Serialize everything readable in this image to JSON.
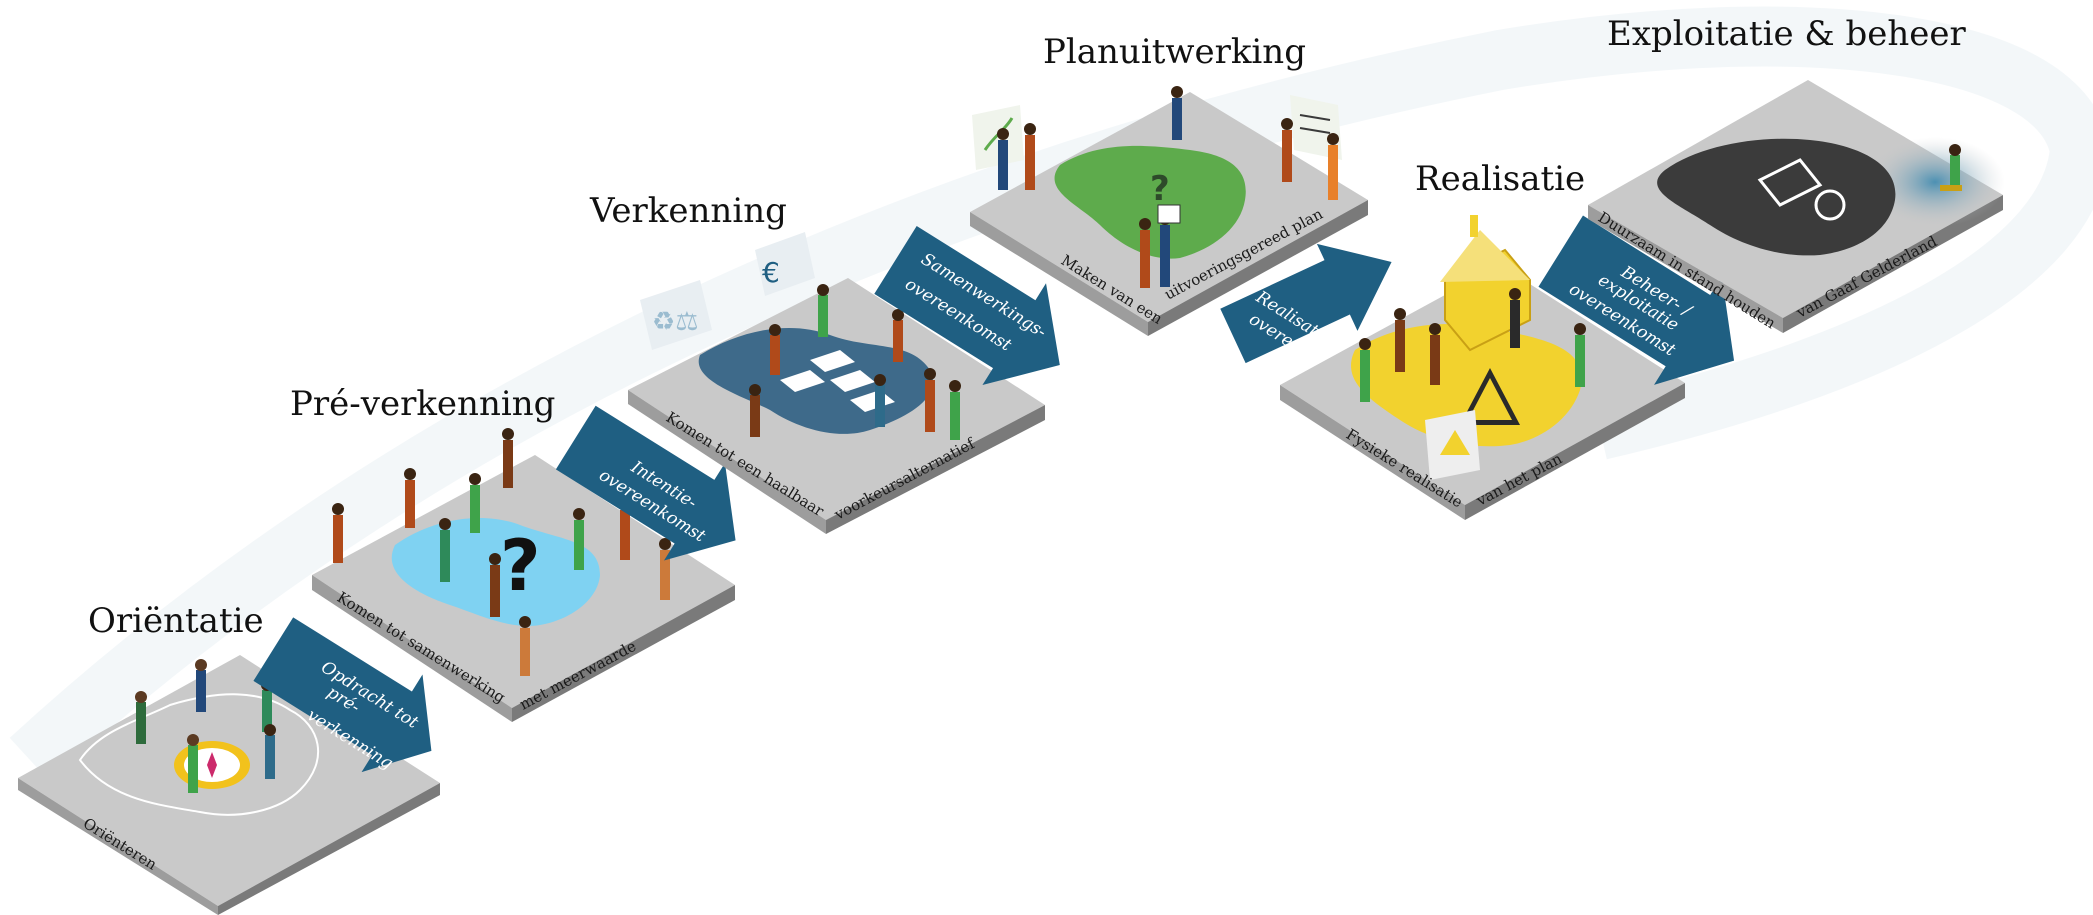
{
  "phases": [
    {
      "title": "Oriëntatie",
      "labels": [
        "Oriënteren"
      ],
      "arrow": [
        "Opdracht tot",
        "pré-",
        "verkenning"
      ]
    },
    {
      "title": "Pré-verkenning",
      "labels": [
        "Komen tot samenwerking",
        "met meerwaarde"
      ],
      "arrow": [
        "Intentie-",
        "overeenkomst"
      ]
    },
    {
      "title": "Verkenning",
      "labels": [
        "Komen tot een haalbaar",
        "voorkeursalternatief"
      ],
      "arrow": [
        "Samenwerkings-",
        "overeenkomst"
      ]
    },
    {
      "title": "Planuitwerking",
      "labels": [
        "Maken van een",
        "uitvoeringsgereed plan"
      ],
      "arrow": [
        "Realisatie-",
        "overeenkomst"
      ]
    },
    {
      "title": "Realisatie",
      "labels": [
        "Fysieke realisatie",
        "van het plan"
      ],
      "arrow": [
        "Beheer- /",
        "exploitatie",
        "overeenkomst"
      ]
    },
    {
      "title": "Exploitatie & beheer",
      "labels": [
        "Duurzaam in stand houden",
        "van Gaaf Gelderland"
      ],
      "arrow": []
    }
  ],
  "colors": {
    "plate_top": "#c9c9c9",
    "plate_left": "#9d9d9d",
    "plate_right": "#7a7a7a",
    "arrow": "#1f5f82",
    "map_light_blue": "#7fd2f2",
    "map_dark_blue": "#3e6a8a",
    "map_green": "#5eab4c",
    "map_yellow": "#f2d22e",
    "map_dark": "#3b3b3b",
    "accent_gold": "#f2c21c"
  }
}
